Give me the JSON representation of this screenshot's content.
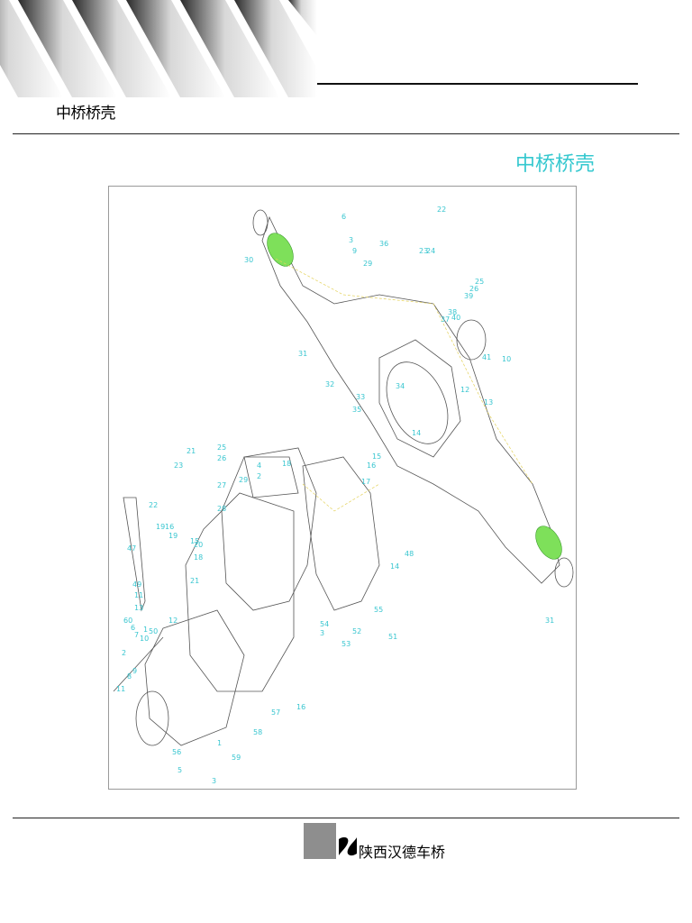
{
  "header": {
    "title": "中桥桥壳"
  },
  "figure": {
    "title": "中桥桥壳",
    "callouts": [
      "30",
      "6",
      "3",
      "9",
      "36",
      "22",
      "23",
      "24",
      "25",
      "29",
      "39",
      "26",
      "37",
      "38",
      "40",
      "10",
      "41",
      "33",
      "12",
      "31",
      "32",
      "34",
      "13",
      "35",
      "14",
      "21",
      "25",
      "23",
      "26",
      "27",
      "22",
      "28",
      "29",
      "4",
      "2",
      "18",
      "16",
      "15",
      "47",
      "17",
      "16",
      "19",
      "20",
      "15",
      "18",
      "21",
      "19",
      "14",
      "48",
      "49",
      "11",
      "13",
      "12",
      "60",
      "6",
      "7",
      "8",
      "1",
      "10",
      "9",
      "3",
      "54",
      "55",
      "52",
      "53",
      "51",
      "50",
      "11",
      "1",
      "2",
      "3",
      "5",
      "56",
      "16",
      "57",
      "58",
      "59",
      "31"
    ]
  },
  "footer": {
    "brand": "陕西汉德车桥"
  }
}
